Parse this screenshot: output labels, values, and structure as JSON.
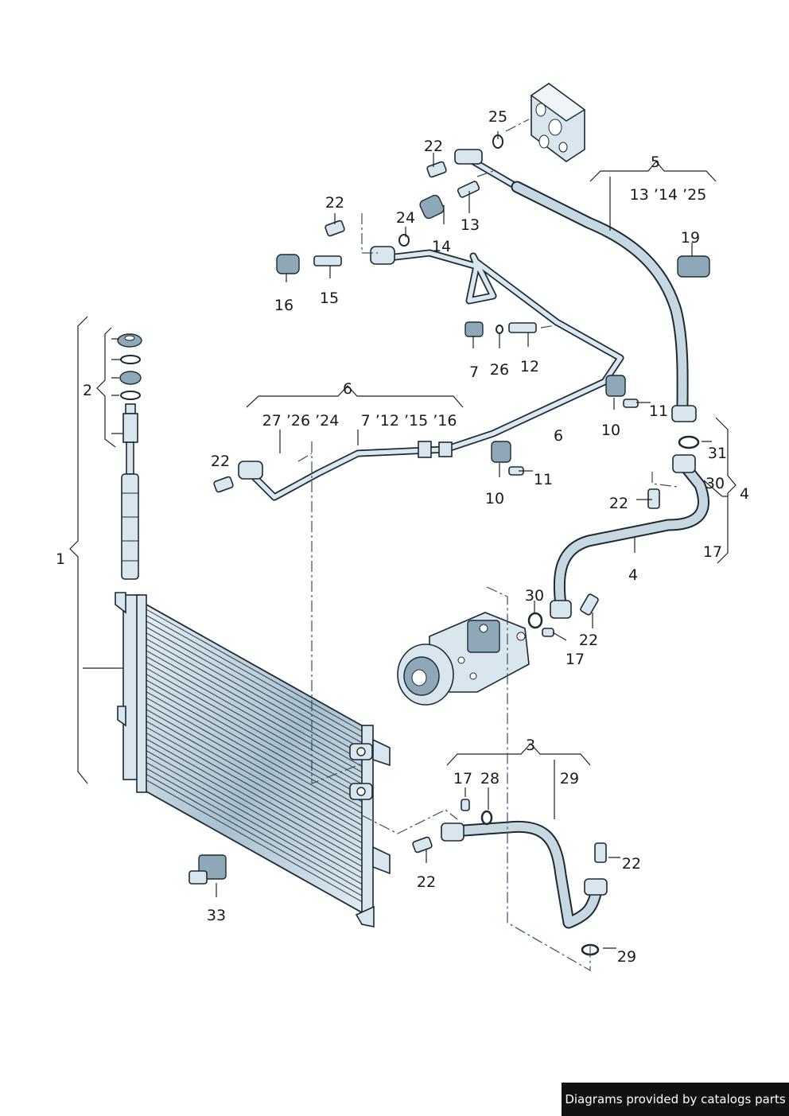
{
  "labels": {
    "l1": "1",
    "l2": "2",
    "l3": "3",
    "l4a": "4",
    "l4b": "4",
    "l5": "5",
    "l6a": "6",
    "l6b": "6",
    "l7": "7",
    "l10a": "10",
    "l10b": "10",
    "l11a": "11",
    "l11b": "11",
    "l12": "12",
    "l13": "13",
    "l14": "14",
    "l15": "15",
    "l16": "16",
    "l17a": "17",
    "l17b": "17",
    "l17c": "17",
    "l19": "19",
    "l22a": "22",
    "l22b": "22",
    "l22c": "22",
    "l22d": "22",
    "l22e": "22",
    "l22f": "22",
    "l22g": "22",
    "l24": "24",
    "l25": "25",
    "l26": "26",
    "l28": "28",
    "l29a": "29",
    "l29b": "29",
    "l30a": "30",
    "l30b": "30",
    "l31": "31",
    "l33": "33",
    "g5": "13 ’14 ’25",
    "g6left": "27 ’26 ’24",
    "g6right": "7 ’12 ’15 ’16"
  },
  "footer": {
    "text": "Diagrams provided by catalogs parts"
  },
  "colors": {
    "line": "#1c2a33",
    "part_fill": "#d9e6ee",
    "condenser_fill": "#9fb8c8",
    "banner": "#111111"
  }
}
